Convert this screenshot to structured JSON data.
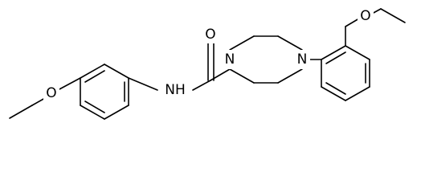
{
  "molecule": {
    "atoms": {
      "o_carbonyl": "O",
      "o_methoxy": "O",
      "o_ethoxy": "O",
      "n_piperazine_right": "N",
      "n_piperazine_left": "N",
      "nh_amide": "NH"
    }
  }
}
